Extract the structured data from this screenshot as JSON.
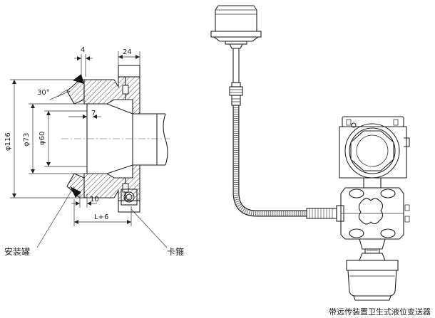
{
  "section_drawing": {
    "dims": {
      "top_gap": "4",
      "clamp_width": "24",
      "angle": "30°",
      "d116": "φ116",
      "d73": "φ73",
      "d60": "φ60",
      "inner_depth": "7",
      "weld_height": "10",
      "length": "L+6"
    },
    "labels": {
      "mounting_tank": "安装罐",
      "clamp": "卡箍"
    }
  },
  "product": {
    "caption": "带远传装置卫生式液位变送器"
  }
}
